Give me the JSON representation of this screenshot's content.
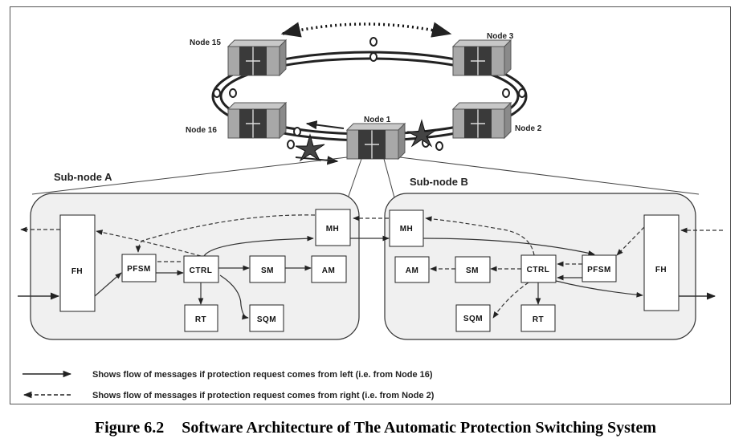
{
  "nodes": {
    "node15": "Node 15",
    "node3": "Node 3",
    "node16": "Node 16",
    "node2": "Node 2",
    "node1": "Node 1"
  },
  "subnodes": {
    "a": "Sub-node A",
    "b": "Sub-node B"
  },
  "modules": {
    "fh": "FH",
    "pfsm": "PFSM",
    "ctrl": "CTRL",
    "sm": "SM",
    "am": "AM",
    "mh": "MH",
    "rt": "RT",
    "sqm": "SQM"
  },
  "legend": {
    "solid": "Shows flow of messages if protection request comes from left (i.e. from Node 16)",
    "dashed": "Shows flow of messages if protection request comes from right (i.e. from Node 2)"
  },
  "caption": {
    "number": "Figure 6.2",
    "title": "Software Architecture of The Automatic Protection Switching System"
  }
}
